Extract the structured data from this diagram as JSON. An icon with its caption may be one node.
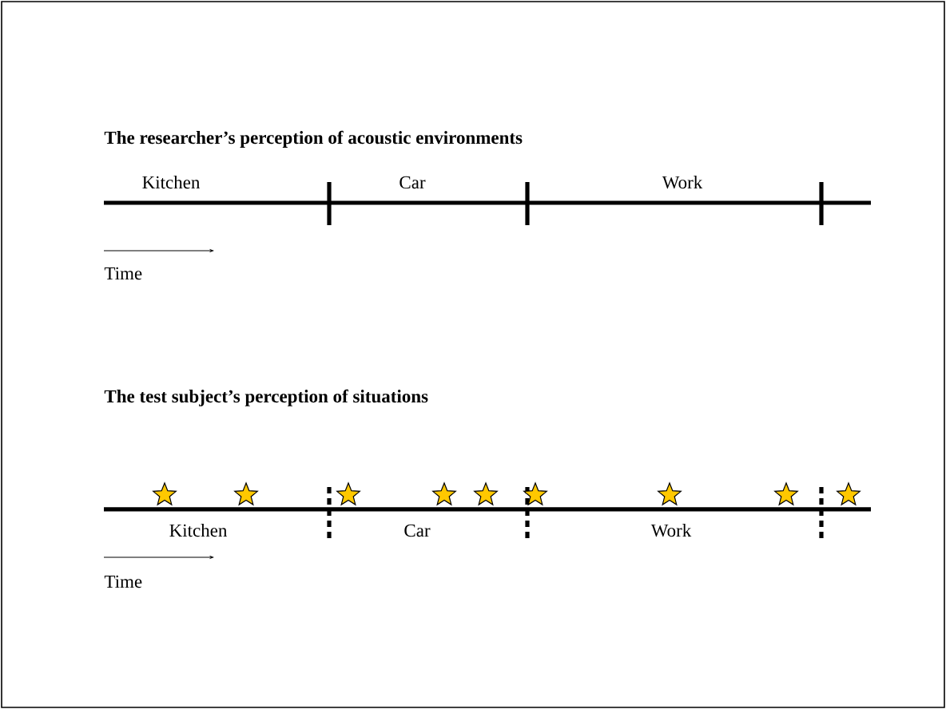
{
  "diagram": {
    "labels": [
      "The researcher’s perception of acoustic environments",
      "Kitchen",
      "Car",
      "Work",
      "Time",
      "The test subject’s perception of situations",
      "Kitchen",
      "Car",
      "Work",
      "Time"
    ]
  }
}
